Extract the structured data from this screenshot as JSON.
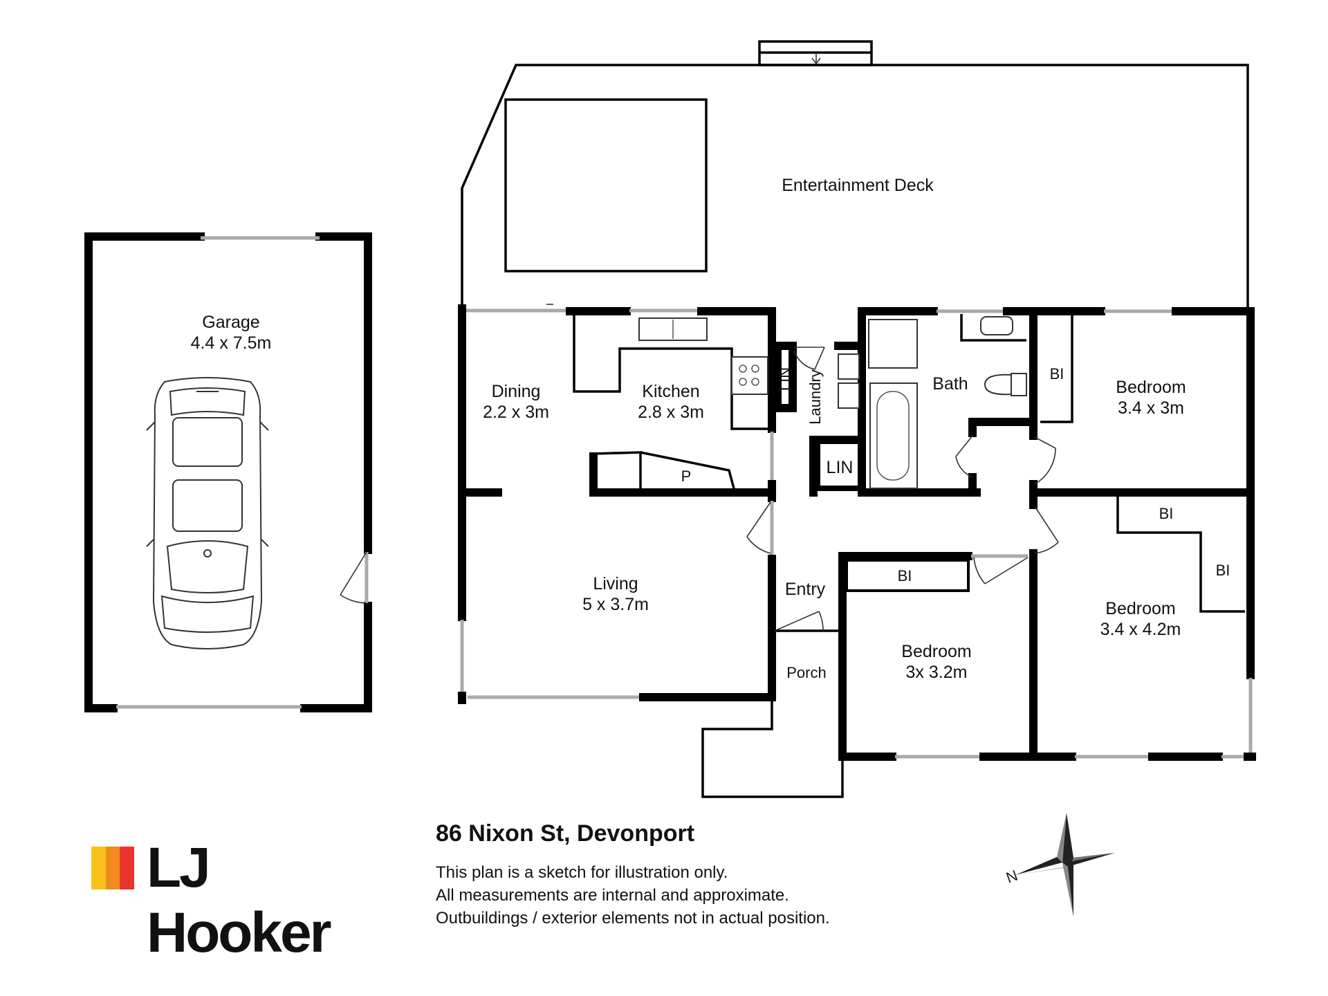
{
  "title": "86 Nixon St, Devonport",
  "disclaimer": [
    "This plan is a sketch for illustration only.",
    "All measurements are internal and approximate.",
    "Outbuildings / exterior elements not in actual position."
  ],
  "brand": {
    "name": "LJ Hooker",
    "colors": [
      "#f9c21b",
      "#f28b1e",
      "#e8342a"
    ]
  },
  "compass": {
    "label": "N",
    "icon": "compass-star-icon"
  },
  "rooms": {
    "garage": {
      "name": "Garage",
      "size": "4.4 x 7.5m"
    },
    "deck": {
      "name": "Entertainment Deck"
    },
    "dining": {
      "name": "Dining",
      "size": "2.2 x 3m"
    },
    "kitchen": {
      "name": "Kitchen",
      "size": "2.8 x 3m"
    },
    "living": {
      "name": "Living",
      "size": "5 x 3.7m"
    },
    "laundry": {
      "name": "Laundry"
    },
    "bath": {
      "name": "Bath"
    },
    "bed1": {
      "name": "Bedroom",
      "size": "3.4 x 3m"
    },
    "bed2": {
      "name": "Bedroom",
      "size": "3.4 x 4.2m"
    },
    "bed3": {
      "name": "Bedroom",
      "size": "3x 3.2m"
    },
    "entry": {
      "name": "Entry"
    },
    "porch": {
      "name": "Porch"
    }
  },
  "fixtures": {
    "lin1": "LIN",
    "lin2": "LIN",
    "pantry": "P",
    "bi_bed1": "BI",
    "bi_bed2_top": "BI",
    "bi_bed2_side": "BI",
    "bi_bed3": "BI"
  }
}
